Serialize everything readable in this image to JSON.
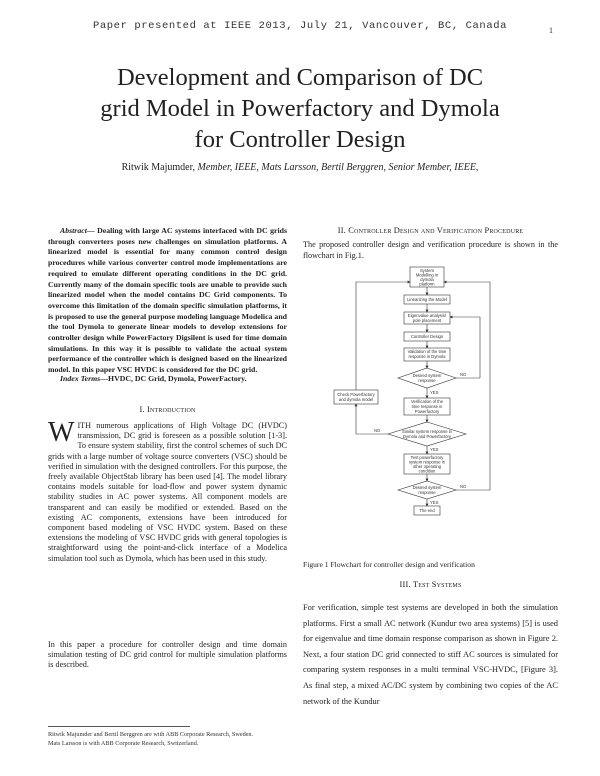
{
  "header": {
    "venue": "Paper presented at IEEE 2013, July 21, Vancouver, BC, Canada",
    "page_number": "1"
  },
  "title_lines": [
    "Development and Comparison of DC",
    "grid Model in Powerfactory and Dymola",
    "for Controller Design"
  ],
  "authors": {
    "lead_name": "Ritwik Majumder,",
    "rest": " Member, IEEE, Mats Larsson, Bertil Berggren, Senior Member, IEEE,"
  },
  "abstract": {
    "lead": "Abstract",
    "text": "— Dealing with large AC systems interfaced with DC grids through converters poses new challenges on simulation platforms. A linearized model is essential for many common control design procedures while various converter control mode implementations are required to emulate different operating conditions in the DC grid. Currently many of the domain specific tools are unable to provide such linearized model when the model contains DC Grid components. To overcome this limitation of the domain specific simulation platforms, it is proposed to use the general purpose modeling language Modelica and the tool Dymola to generate linear models to develop extensions for controller design while PowerFactory Digsilent is used for time domain simulations. In this way it is possible to validate the actual system performance of the controller which is designed based on the linearized model. In this paper VSC HVDC is considered for the DC grid."
  },
  "index_terms": {
    "lead": "Index Terms",
    "text": "—HVDC, DC Grid, Dymola, PowerFactory."
  },
  "section1": {
    "heading": "I. Introduction",
    "dropcap": "W",
    "para1": "ITH numerous applications of High Voltage DC (HVDC) transmission, DC grid is foreseen as a possible solution [1-3]. To ensure system stability, first the control schemes of such DC grids with a large number of voltage source converters (VSC) should be verified in simulation with the designed controllers. For this purpose, the freely available ObjectStab library has been used [4]. The model library contains models suitable for load-flow and power system dynamic stability studies in AC power systems. All component models are transparent and can easily be modified or extended. Based on the existing AC components, extensions have been introduced for component based modeling of VSC HVDC system. Based on these extensions the modeling of VSC HVDC grids with general topologies is straightforward using the point-and-click interface of a Modelica simulation tool such as Dymola, which has been used in this study.",
    "para2": "In this paper a procedure for controller design and time domain simulation testing of DC grid control for multiple simulation platforms is described."
  },
  "footnotes": [
    "Ritwik Majumder and Bertil Berggren are with ABB Corporate Research, Sweden.",
    "Mats Larsson is with ABB Corporate Research, Switzerland."
  ],
  "section2": {
    "heading": "II. Controller Design and Verification Procedure",
    "para": "The proposed controller design and verification procedure is shown in the flowchart in Fig.1."
  },
  "flowchart": {
    "nodes": {
      "modelling": [
        "System",
        "Modelling in",
        "dymola",
        "platform"
      ],
      "linearize": "Linearizing the Model",
      "eigen": [
        "Eigenvalue analysis/",
        "pole placement"
      ],
      "controller": "Controller Design",
      "validation": [
        "Validation of the time",
        "response in Dymola"
      ],
      "desired1": [
        "Desired system",
        "response"
      ],
      "check": [
        "Check Powerfactory",
        "and dymola model"
      ],
      "verification": [
        "Verification of the",
        "time response in",
        "Powerfactory"
      ],
      "similar": [
        "Similar system response in",
        "Dymola and Powerfactory"
      ],
      "test": [
        "Test powerfactory",
        "system response in",
        "other operating",
        "condition"
      ],
      "desired2": [
        "Desired system",
        "response"
      ],
      "end": "The end"
    },
    "labels": {
      "yes": "YES",
      "no": "NO"
    }
  },
  "figure_caption": "Figure 1 Flowchart for controller design and verification",
  "section3": {
    "heading": "III. Test Systems",
    "para": "For verification, simple test systems are developed in both the simulation platforms. First a small AC network (Kundur two area systems) [5] is used for eigenvalue and time domain response comparison as shown in Figure 2. Next, a four station DC grid connected to stiff AC sources is simulated for comparing system responses in a multi terminal VSC-HVDC, [Figure 3]. As final step, a mixed AC/DC system by combining two copies of the AC network of the Kundur"
  }
}
